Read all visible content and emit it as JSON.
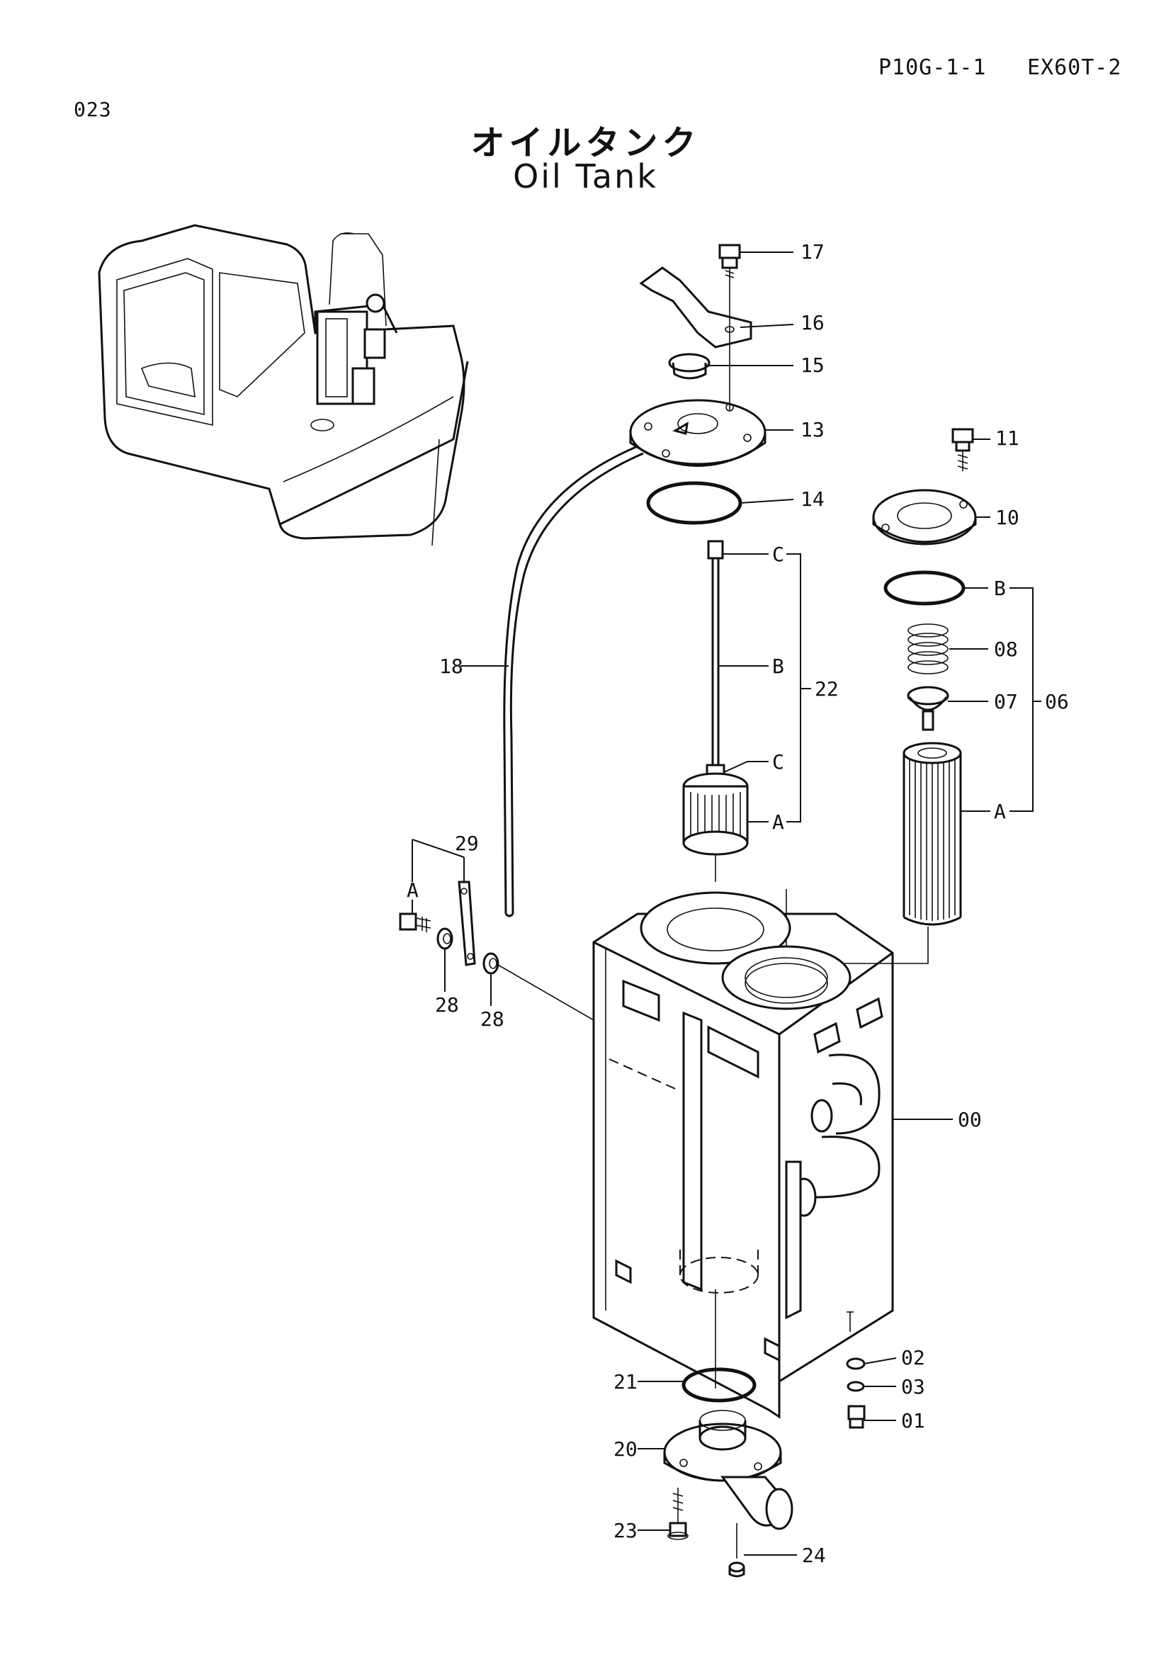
{
  "header": {
    "page_code": "P10G-1-1",
    "model_code": "EX60T-2",
    "sheet_no": "023"
  },
  "title": {
    "japanese": "オイルタンク",
    "english": "Oil Tank"
  },
  "callouts": {
    "c17": "17",
    "c16": "16",
    "c15": "15",
    "c13": "13",
    "c14": "14",
    "c11": "11",
    "c10": "10",
    "c18": "18",
    "c22": "22",
    "c06": "06",
    "c08": "08",
    "c07": "07",
    "c29": "29",
    "c28a": "28",
    "c28b": "28",
    "c00": "00",
    "c02": "02",
    "c03": "03",
    "c01": "01",
    "c21": "21",
    "c20": "20",
    "c23": "23",
    "c24": "24",
    "ref_c_top": "C",
    "ref_b_rod": "B",
    "ref_c_mid": "C",
    "ref_a_strainer": "A",
    "ref_b_oring": "B",
    "ref_a_filter": "A",
    "ref_a_bolt": "A"
  }
}
